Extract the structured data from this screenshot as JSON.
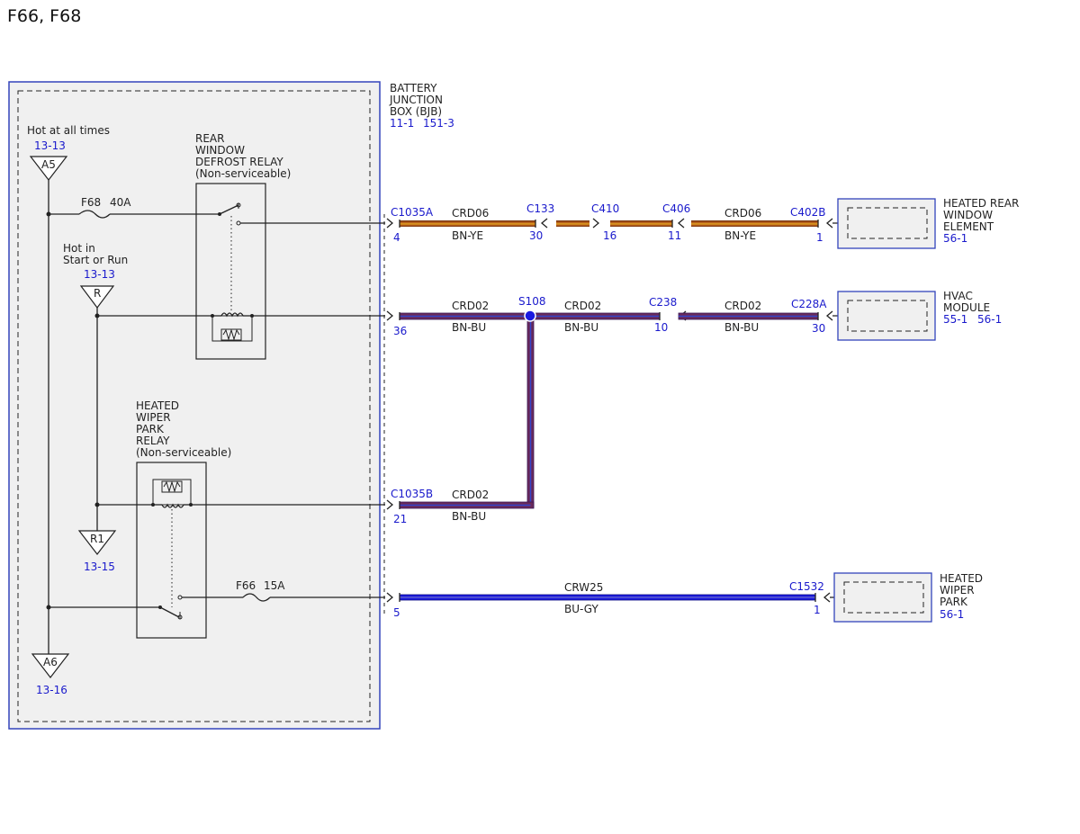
{
  "title": "F66, F68",
  "bjb": {
    "line1": "BATTERY",
    "line2": "JUNCTION",
    "line3": "BOX (BJB)",
    "ref1": "11-1",
    "ref2": "151-3"
  },
  "power": {
    "hot_all": "Hot at all times",
    "hot_all_ref": "13-13",
    "a5": "A5",
    "hot_run1": "Hot in",
    "hot_run2": "Start or Run",
    "hot_run_ref": "13-13",
    "r": "R",
    "r1": "R1",
    "r1_ref": "13-15",
    "a6": "A6",
    "a6_ref": "13-16"
  },
  "fuses": {
    "f68": "F68",
    "f68_rating": "40A",
    "f66": "F66",
    "f66_rating": "15A"
  },
  "relays": {
    "rear1": "REAR",
    "rear2": "WINDOW",
    "rear3": "DEFROST RELAY",
    "rear4": "(Non-serviceable)",
    "wiper1": "HEATED",
    "wiper2": "WIPER",
    "wiper3": "PARK",
    "wiper4": "RELAY",
    "wiper5": "(Non-serviceable)"
  },
  "connectors": {
    "c1035a": "C1035A",
    "c1035a_pin": "4",
    "c133": "C133",
    "c133_pin": "30",
    "c410": "C410",
    "c410_pin": "16",
    "c406": "C406",
    "c406_pin": "11",
    "c402b": "C402B",
    "c402b_pin": "1",
    "c1035a_pin2": "36",
    "s108": "S108",
    "c238": "C238",
    "c238_pin": "10",
    "c228a": "C228A",
    "c228a_pin": "30",
    "c1035b": "C1035B",
    "c1035b_pin": "21",
    "c1532": "C1532",
    "c1532_pin": "1",
    "c1035_pin3": "5"
  },
  "wires": {
    "crd06": "CRD06",
    "bn_ye": "BN-YE",
    "crd02": "CRD02",
    "bn_bu": "BN-BU",
    "crw25": "CRW25",
    "bu_gy": "BU-GY"
  },
  "components": {
    "rear_elem1": "HEATED REAR",
    "rear_elem2": "WINDOW",
    "rear_elem3": "ELEMENT",
    "rear_elem_ref": "56-1",
    "hvac1": "HVAC",
    "hvac2": "MODULE",
    "hvac_ref1": "55-1",
    "hvac_ref2": "56-1",
    "wiper_park1": "HEATED",
    "wiper_park2": "WIPER",
    "wiper_park3": "PARK",
    "wiper_park_ref": "56-1"
  },
  "colors": {
    "brown": "#8B4513",
    "yellow": "#E8C020",
    "blue": "#1a1acc",
    "purple": "#5a2a8a",
    "module_border": "#3344bb",
    "module_fill": "#f0f0f0"
  }
}
